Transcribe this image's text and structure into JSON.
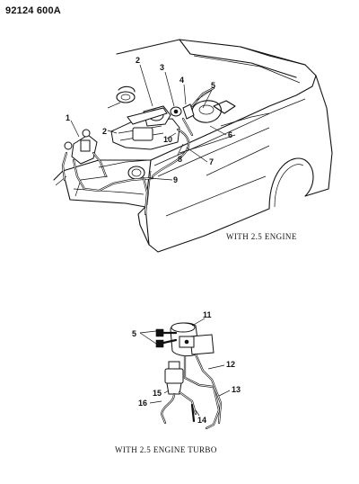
{
  "page_id": "92124 600A",
  "captions": {
    "top": "WITH 2.5 ENGINE",
    "bottom": "WITH 2.5 ENGINE TURBO"
  },
  "callouts": {
    "c1": "1",
    "c2a": "2",
    "c2b": "2",
    "c3": "3",
    "c4": "4",
    "c5a": "5",
    "c6": "6",
    "c7": "7",
    "c8": "8",
    "c9": "9",
    "c10": "10",
    "c5b": "5",
    "c11": "11",
    "c12": "12",
    "c13": "13",
    "c14": "14",
    "c15": "15",
    "c16": "16"
  }
}
